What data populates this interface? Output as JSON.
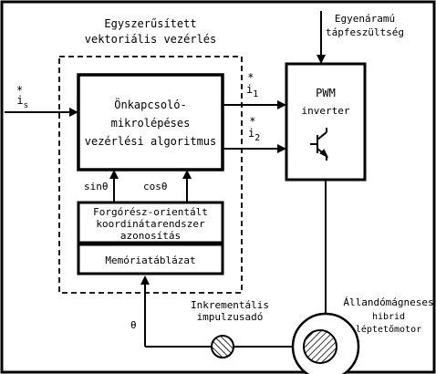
{
  "region_title_line1": "Egyszerűsített",
  "region_title_line2": "vektoriális vezérlés",
  "supply_line1": "Egyenáramú",
  "supply_line2": "tápfeszültség",
  "algo_line1": "Önkapcsoló-",
  "algo_line2": "mikrolépéses",
  "algo_line3": "vezérlési algoritmus",
  "pwm_line1": "PWM",
  "pwm_line2": "inverter",
  "input_label": "i",
  "input_sub": "s",
  "input_sup": "*",
  "out1_label": "i",
  "out1_sub": "1",
  "out1_sup": "*",
  "out2_label": "i",
  "out2_sub": "2",
  "out2_sup": "*",
  "sin_label": "sinθ",
  "cos_label": "cosθ",
  "rotor_line1": "Forgórész-orientált",
  "rotor_line2": "koordinátarendszer",
  "rotor_line3": "azonosítás",
  "memory_label": "Memóriatáblázat",
  "theta_label": "θ",
  "encoder_line1": "Inkrementális",
  "encoder_line2": "impulzusadó",
  "motor_line1": "Állandómágneses",
  "motor_line2": "hibrid",
  "motor_line3": "léptetőmotor"
}
